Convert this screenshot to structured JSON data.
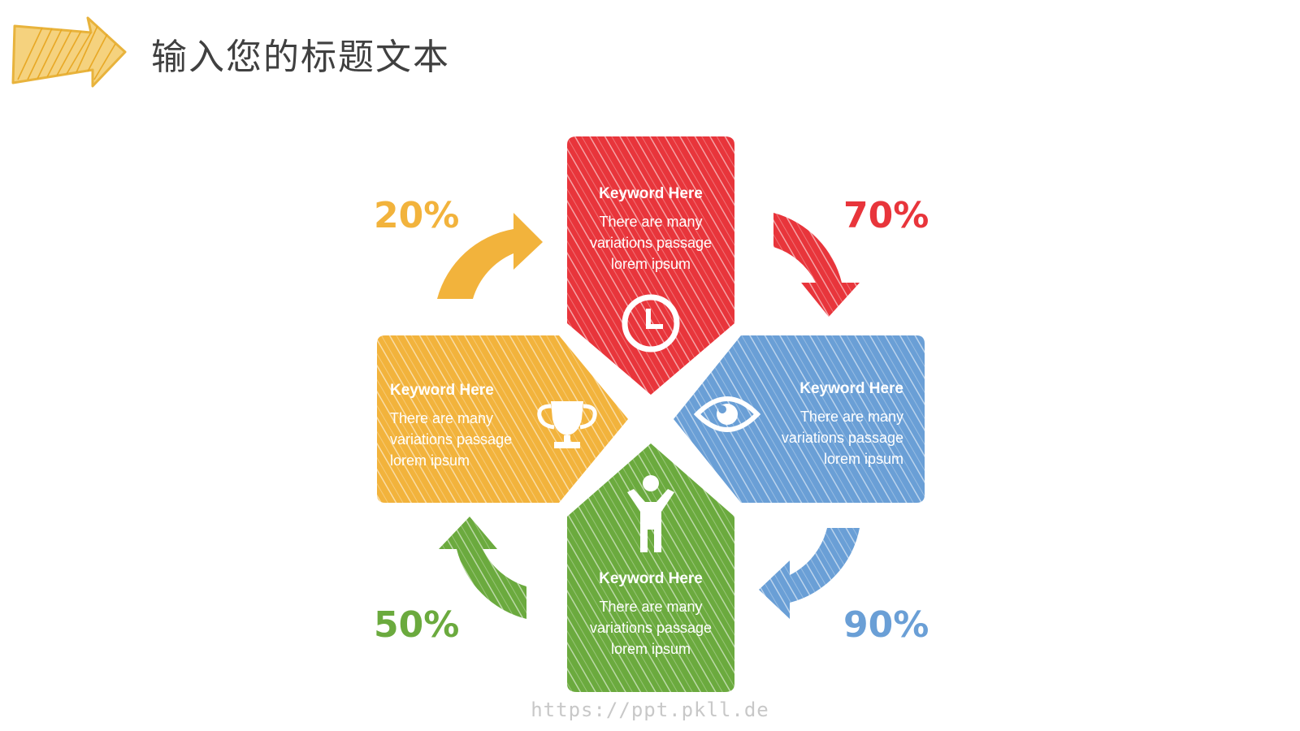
{
  "header": {
    "title": "输入您的标题文本",
    "arrow_icon": "hand-drawn-arrow-icon",
    "arrow_color": "#F0B844"
  },
  "cards": [
    {
      "keyword": "Keyword Here",
      "body": "There are many variations passage lorem ipsum",
      "color": "#E8353B",
      "icon": "clock-icon"
    },
    {
      "keyword": "Keyword Here",
      "body": "There are many variations passage lorem ipsum",
      "color": "#6A9FD6",
      "icon": "eye-icon"
    },
    {
      "keyword": "Keyword Here",
      "body": "There are many variations passage lorem ipsum",
      "color": "#6BAA3E",
      "icon": "person-icon"
    },
    {
      "keyword": "Keyword Here",
      "body": "There are many variations passage lorem ipsum",
      "color": "#F2B33C",
      "icon": "trophy-icon"
    }
  ],
  "percentages": [
    {
      "label": "20%",
      "color": "#F2B33C"
    },
    {
      "label": "70%",
      "color": "#E8353B"
    },
    {
      "label": "90%",
      "color": "#6A9FD6"
    },
    {
      "label": "50%",
      "color": "#6BAA3E"
    }
  ],
  "watermark": "https://ppt.pkll.de"
}
